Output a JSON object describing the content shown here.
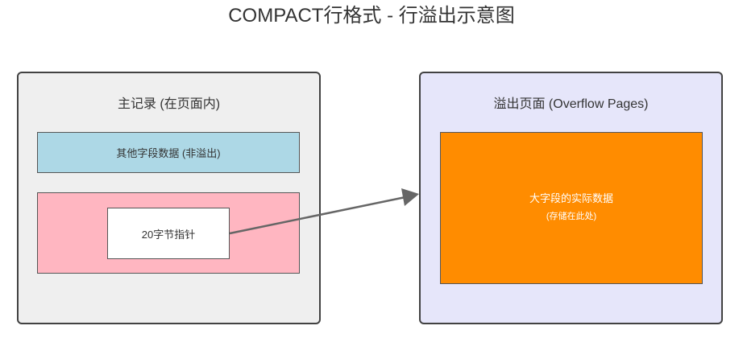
{
  "title": "COMPACT行格式 - 行溢出示意图",
  "clusters": {
    "main_record": {
      "label": "主记录 (在页面内)",
      "fill": "#efefef",
      "nodes": {
        "other_fields": {
          "label": "其他字段数据 (非溢出)",
          "fill": "#add8e6"
        },
        "large_field_container": {
          "fill": "#ffb6c1"
        },
        "pointer": {
          "label": "20字节指针",
          "fill": "#ffffff"
        }
      }
    },
    "overflow_pages": {
      "label": "溢出页面 (Overflow Pages)",
      "fill": "#e6e6fa",
      "nodes": {
        "actual_data": {
          "line1": "大字段的实际数据",
          "line2": "(存储在此处)",
          "fill": "#ff8c00",
          "text_color": "#ffffff"
        }
      }
    }
  },
  "edges": [
    {
      "from": "pointer",
      "to": "overflow_pages",
      "color": "#666666"
    }
  ]
}
